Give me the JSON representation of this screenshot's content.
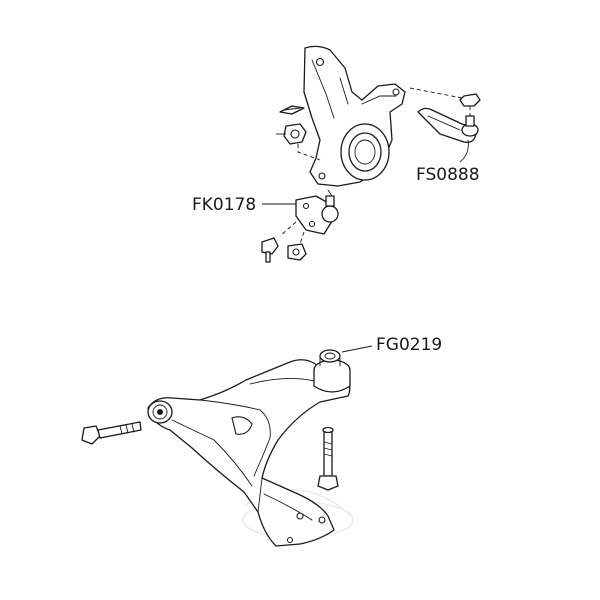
{
  "labels": {
    "tie_rod_end": "FS0888",
    "ball_joint": "FK0178",
    "control_arm": "FG0219"
  }
}
